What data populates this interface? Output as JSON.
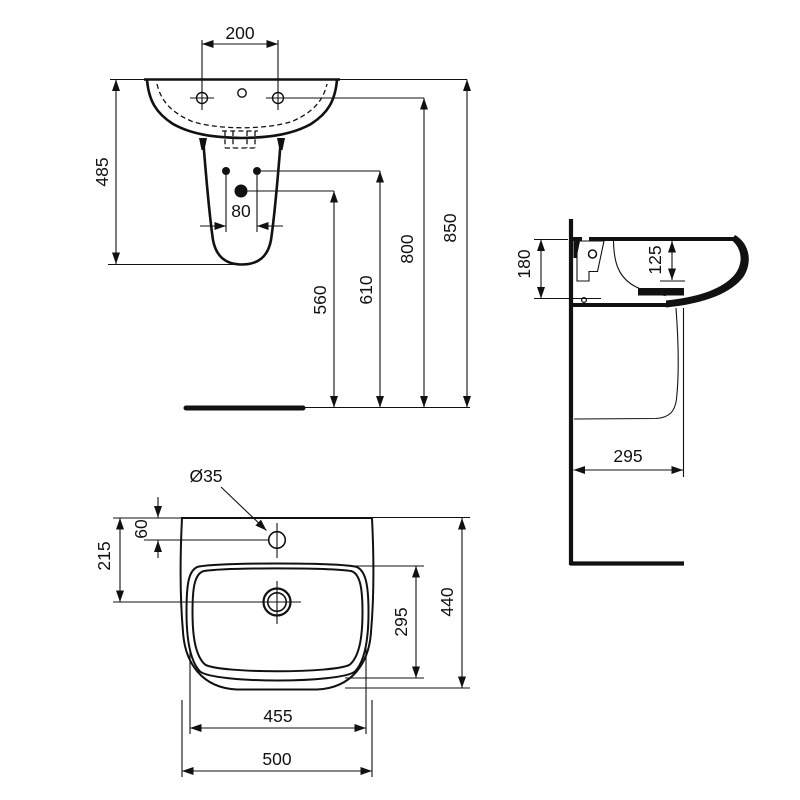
{
  "colors": {
    "ink": "#111111",
    "paper": "#ffffff"
  },
  "dims": {
    "front": {
      "tap_centres": "200",
      "pedestal_bottom_height": "485",
      "fixing_centres": "80",
      "outlet_height": "560",
      "fixing_height": "610",
      "tap_height": "800",
      "rim_height": "850"
    },
    "side": {
      "back_depth": "180",
      "bowl_depth": "125",
      "projection": "295"
    },
    "plan": {
      "tap_hole_dia": "Ø35",
      "tap_offset": "60",
      "outlet_offset": "215",
      "bowl_front_to_back": "295",
      "overall_depth": "440",
      "bowl_width": "455",
      "overall_width": "500"
    }
  }
}
